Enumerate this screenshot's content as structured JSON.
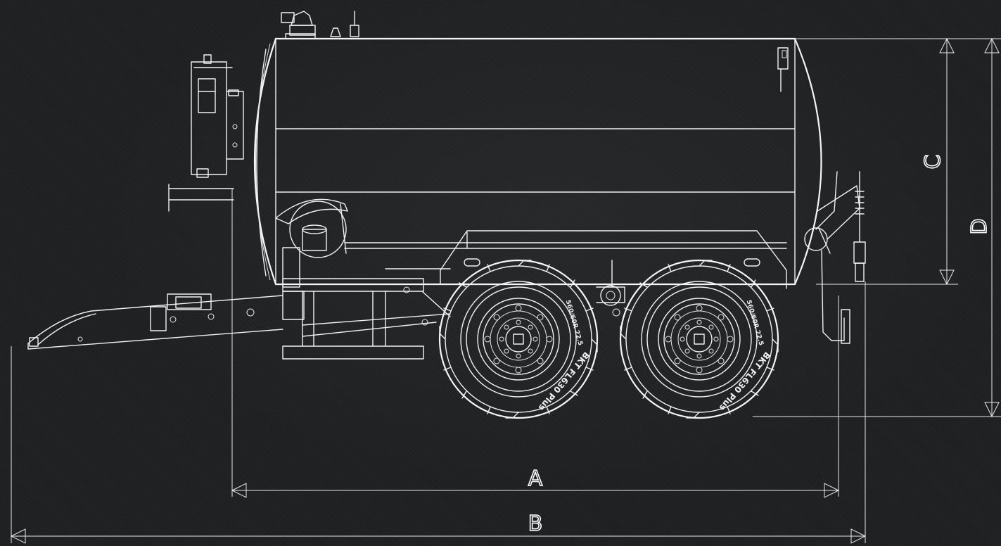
{
  "dimensions": {
    "a": "A",
    "b": "B",
    "c": "C",
    "d": "D"
  },
  "tires": {
    "brand_model": "BKT FL630 Plus",
    "size": "560/60R 22.5"
  },
  "colors": {
    "background": "#1e2022",
    "line": "#f2f2f2"
  }
}
